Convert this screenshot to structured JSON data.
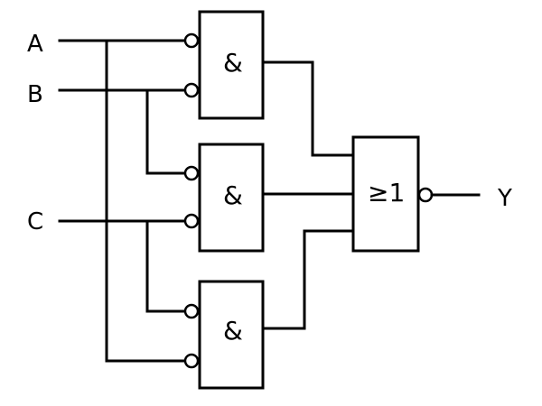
{
  "diagram": {
    "inputs": {
      "a": "A",
      "b": "B",
      "c": "C"
    },
    "output": "Y",
    "and_gates": [
      {
        "symbol": "&",
        "inputs": [
          "A (inverted)",
          "B (inverted)"
        ]
      },
      {
        "symbol": "&",
        "inputs": [
          "B (inverted)",
          "C (inverted)"
        ]
      },
      {
        "symbol": "&",
        "inputs": [
          "C (inverted)",
          "A (inverted)"
        ]
      }
    ],
    "or_gate": {
      "symbol": "≥1",
      "output_inverted": true
    }
  }
}
